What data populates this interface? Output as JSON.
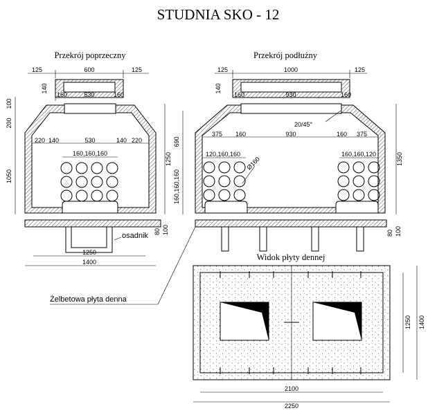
{
  "title": "STUDNIA SKO - 12",
  "views": {
    "cross": "Przekrój poprzeczny",
    "long": "Przekrój podłużny",
    "plan": "Widok płyty dennej"
  },
  "labels": {
    "osadnik": "osadnik",
    "plyta": "Żelbetowa płyta denna"
  },
  "dims_cross": {
    "top_left": "125",
    "top_mid": "600",
    "top_right": "125",
    "lid_h": "140",
    "inner_530_top": "530",
    "lid_l": "160",
    "lid_r": "160",
    "v100": "100",
    "v200": "200",
    "v1050": "1050",
    "v1250": "1250",
    "row_a": "220",
    "row_b": "140",
    "row_c": "530",
    "row_d": "140",
    "row_e": "220",
    "holes": "160,160,160",
    "base_80": "80",
    "base_100": "100",
    "w1250": "1250",
    "w1400": "1400"
  },
  "dims_long": {
    "top_left": "125",
    "top_mid": "1000",
    "top_right": "125",
    "lid_h": "140",
    "lid_l": "160",
    "inner_930_top": "930",
    "lid_r": "160",
    "slope": "20/45°",
    "v690": "690",
    "v1350": "1350",
    "row_a": "375",
    "row_b": "160",
    "row_c": "930",
    "row_d": "160",
    "row_e": "375",
    "holes_l": "120,160,160",
    "holes_r": "160,160,120",
    "vstack": "160,160,160",
    "phi": "Ø160",
    "base_80": "80",
    "base_100": "100"
  },
  "dims_plan": {
    "w2100": "2100",
    "w2250": "2250",
    "h1250": "1250",
    "h1400": "1400"
  }
}
